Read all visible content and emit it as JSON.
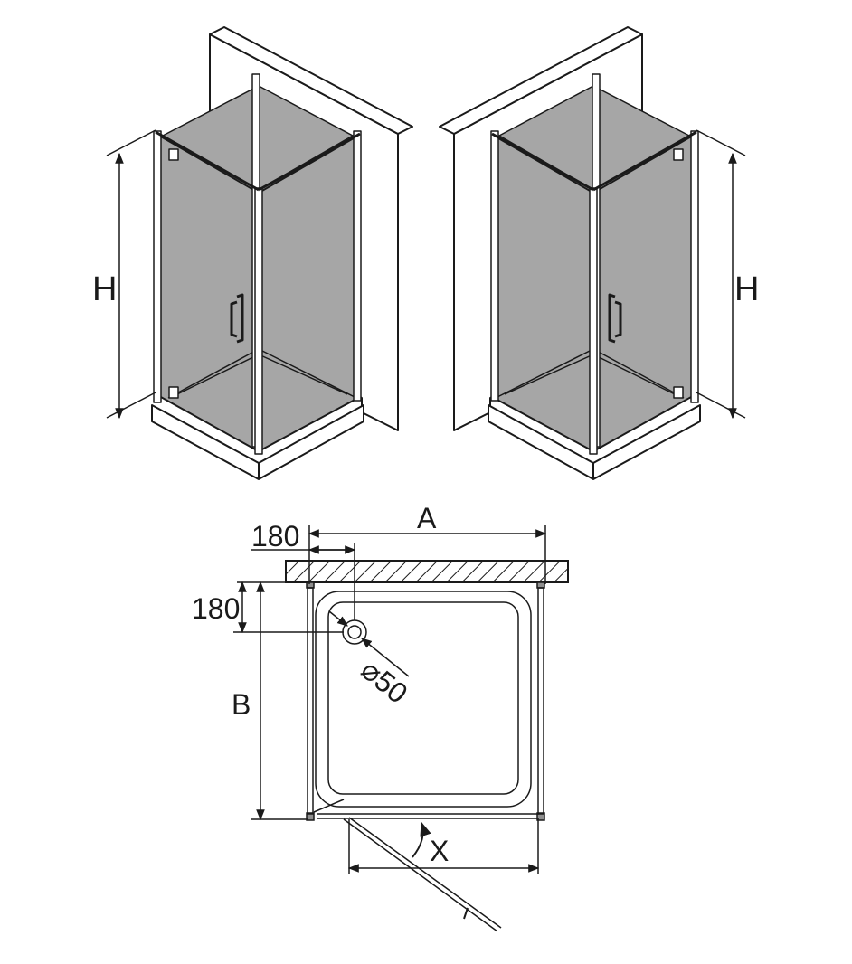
{
  "colors": {
    "glass": "#a6a6a6",
    "glass_dark": "#8f8f8f",
    "stroke": "#1a1a1a",
    "wall": "#ffffff",
    "background": "#ffffff"
  },
  "labels": {
    "height_left": "H",
    "height_right": "H",
    "width": "A",
    "depth": "B",
    "drain_offset_x": "180",
    "drain_offset_y": "180",
    "drain_diameter": "⌀50",
    "door_opening": "X"
  }
}
